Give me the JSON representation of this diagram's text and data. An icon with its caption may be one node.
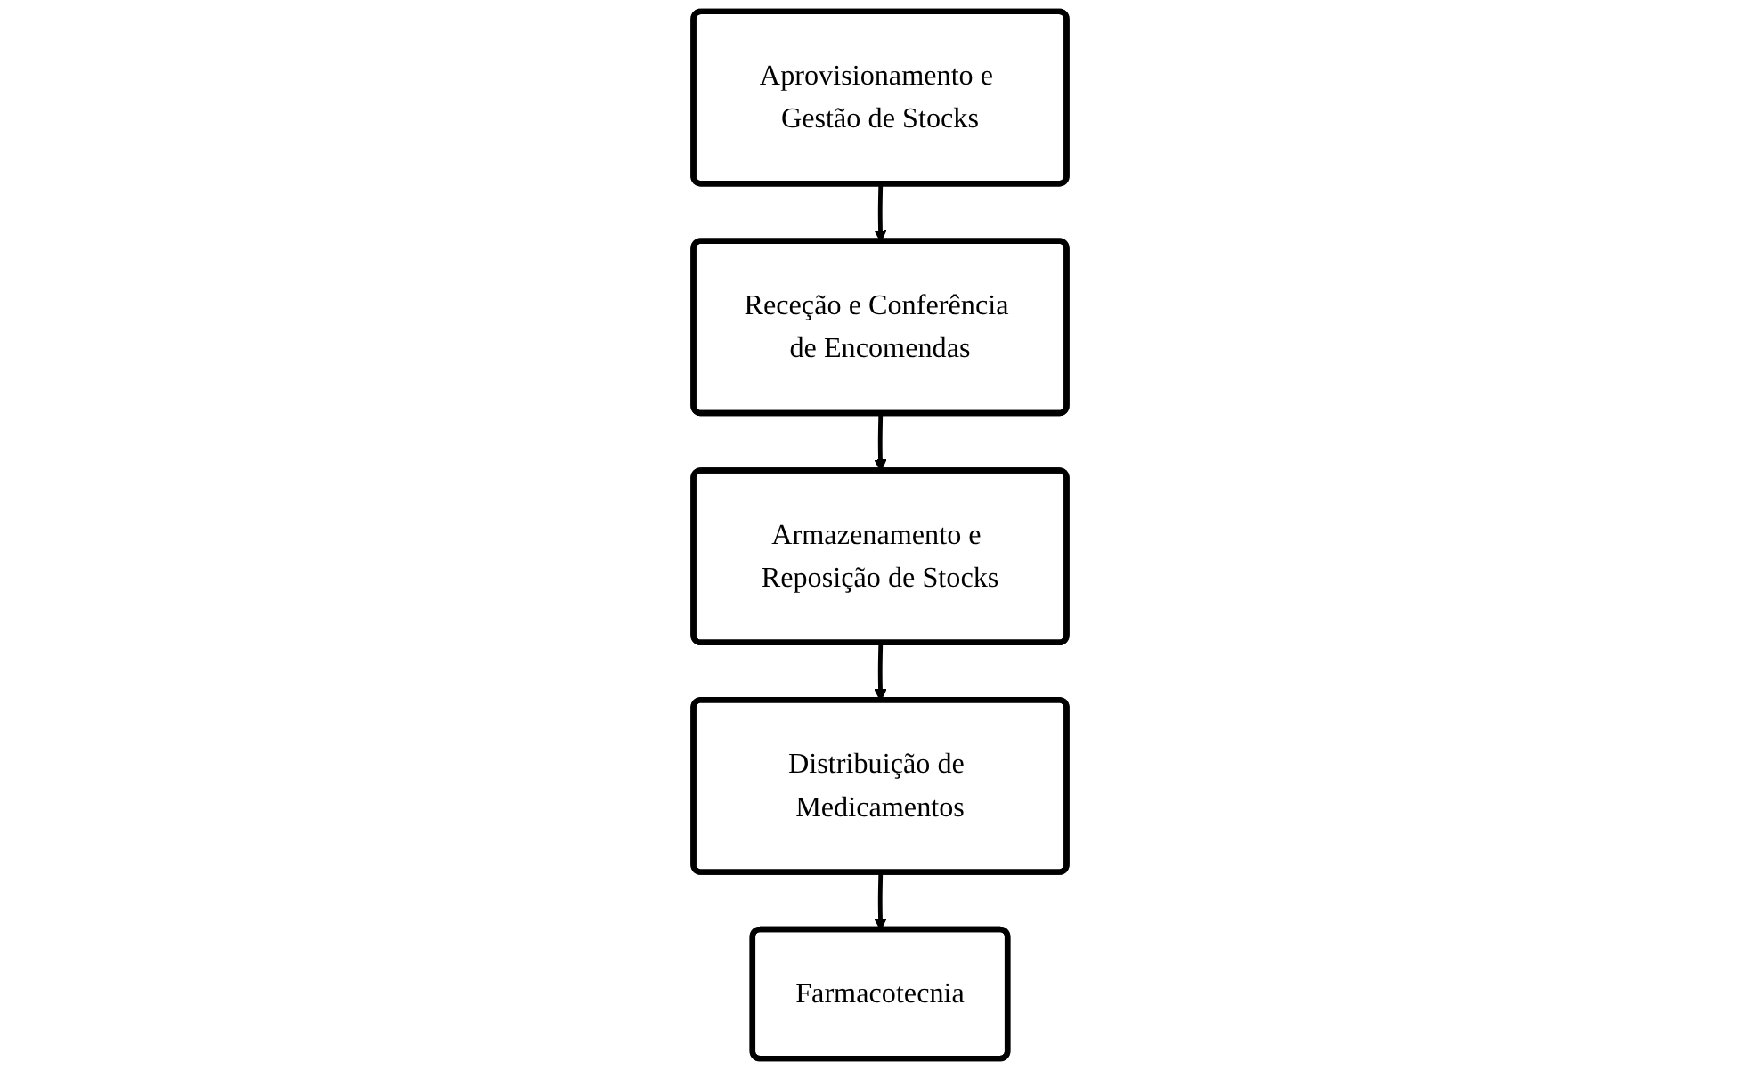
{
  "diagram": {
    "nodes": [
      {
        "text": [
          "Aprovisionamento e Gestão de Stocks"
        ]
      },
      {
        "text": [
          "Receção e Conferência de Encomendas"
        ]
      },
      {
        "text": [
          "Armazenamento e Reposição de Stocks"
        ]
      },
      {
        "text": [
          "Distribuição de Medicamentos"
        ]
      },
      {
        "text": [
          "Farmacotecnia"
        ]
      }
    ],
    "edges": [
      {
        "from": 0,
        "to": 1,
        "arrow": "to"
      },
      {
        "from": 1,
        "to": 2,
        "arrow": "to"
      },
      {
        "from": 2,
        "to": 3,
        "arrow": "to"
      },
      {
        "from": 3,
        "to": 4,
        "arrow": "to"
      }
    ]
  }
}
